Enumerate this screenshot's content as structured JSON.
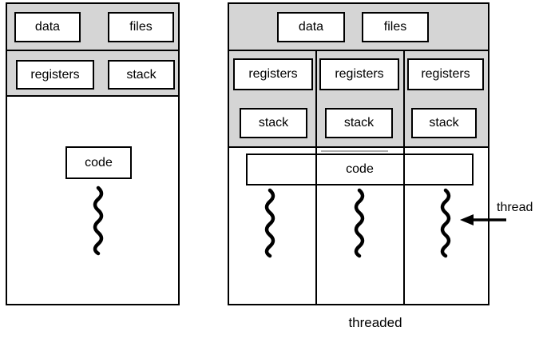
{
  "colors": {
    "band_gray": "#d5d5d5",
    "line_black": "#000000",
    "background_white": "#ffffff"
  },
  "single_process": {
    "data_label": "data",
    "files_label": "files",
    "registers_label": "registers",
    "stack_label": "stack",
    "code_label": "code"
  },
  "multithreaded_process": {
    "data_label": "data",
    "files_label": "files",
    "columns": [
      {
        "registers_label": "registers",
        "stack_label": "stack"
      },
      {
        "registers_label": "registers",
        "stack_label": "stack"
      },
      {
        "registers_label": "registers",
        "stack_label": "stack"
      }
    ],
    "code_label": "code"
  },
  "annotations": {
    "thread_label": "thread",
    "caption": "threaded"
  }
}
